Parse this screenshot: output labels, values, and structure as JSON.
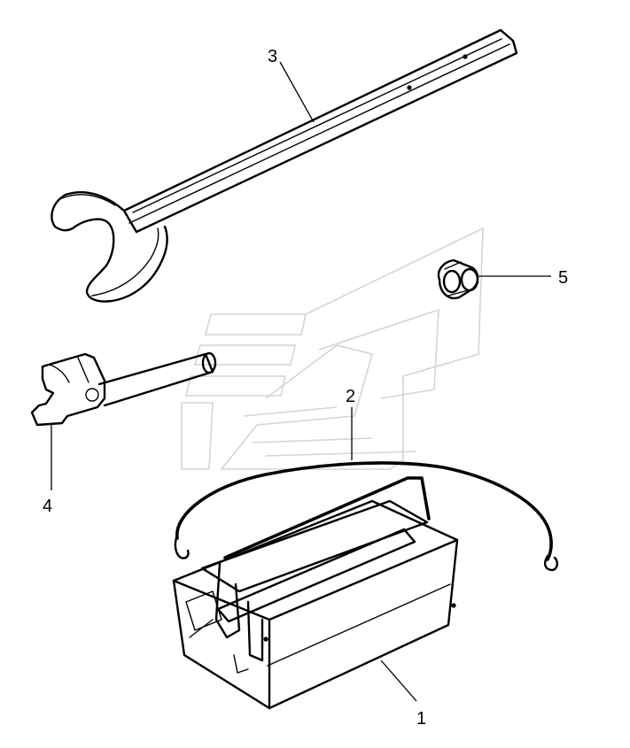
{
  "diagram": {
    "callouts": [
      {
        "id": "toolbox",
        "number": "1"
      },
      {
        "id": "elastic-cord",
        "number": "2"
      },
      {
        "id": "open-end-wrench",
        "number": "3"
      },
      {
        "id": "pin-wrench",
        "number": "4"
      },
      {
        "id": "fuse-clip",
        "number": "5"
      }
    ],
    "colors": {
      "line": "#000000",
      "watermark": "#d4d4d4",
      "background": "#ffffff"
    }
  }
}
